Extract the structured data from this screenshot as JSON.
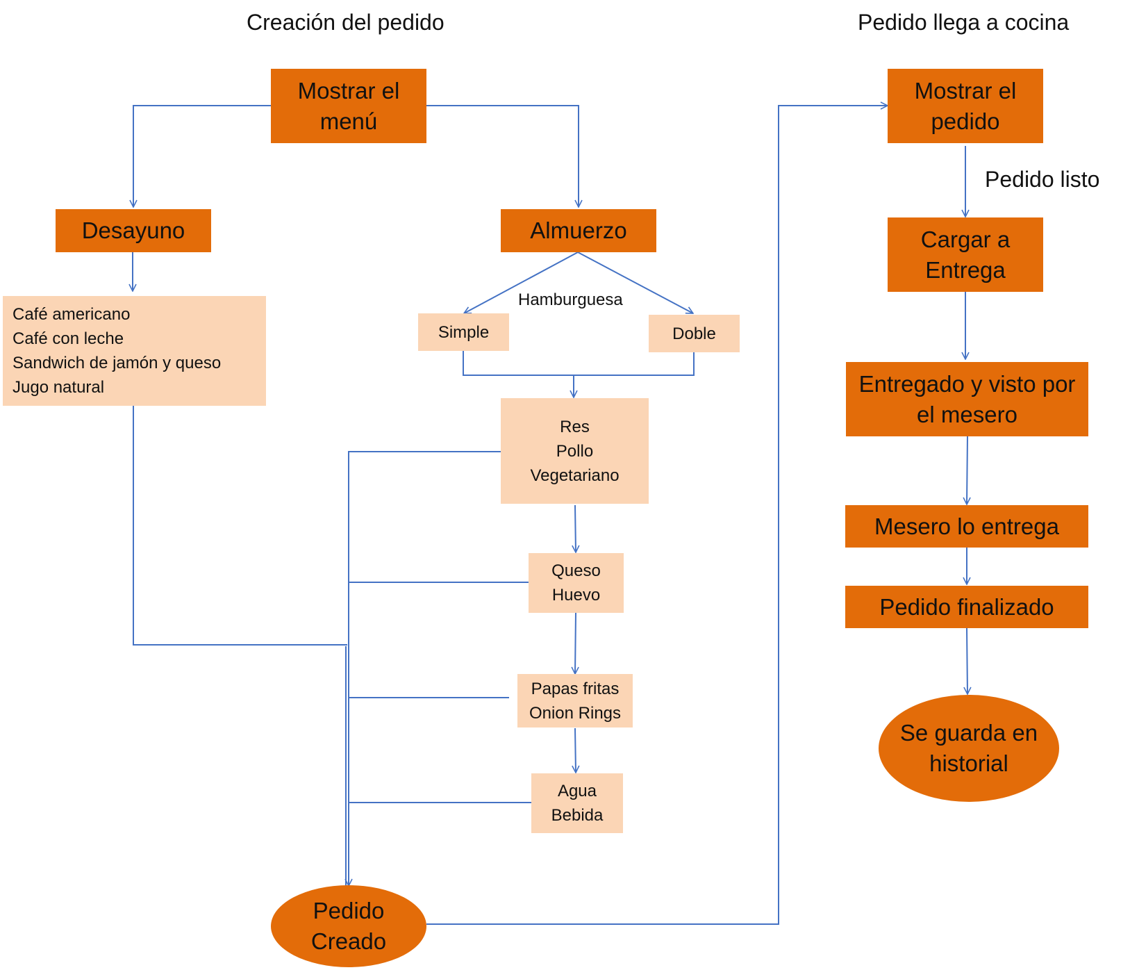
{
  "titles": {
    "left": "Creación del pedido",
    "right": "Pedido llega a cocina"
  },
  "labels": {
    "hamburguesa": "Hamburguesa",
    "pedido_listo": "Pedido listo"
  },
  "nodes": {
    "mostrar_menu": [
      "Mostrar el",
      "menú"
    ],
    "desayuno": [
      "Desayuno"
    ],
    "almuerzo": [
      "Almuerzo"
    ],
    "desayuno_items": [
      "Café americano",
      "Café con leche",
      "Sandwich de jamón y queso",
      "Jugo natural"
    ],
    "simple": [
      "Simple"
    ],
    "doble": [
      "Doble"
    ],
    "carnes": [
      "Res",
      "Pollo",
      "Vegetariano"
    ],
    "extras": [
      "Queso",
      "Huevo"
    ],
    "acompanantes": [
      "Papas fritas",
      "Onion Rings"
    ],
    "bebidas": [
      "Agua",
      "Bebida"
    ],
    "pedido_creado": [
      "Pedido",
      "Creado"
    ],
    "mostrar_pedido": [
      "Mostrar el",
      "pedido"
    ],
    "cargar_entrega": [
      "Cargar a",
      "Entrega"
    ],
    "entregado_visto": [
      "Entregado y visto por",
      "el mesero"
    ],
    "mesero_entrega": [
      "Mesero lo entrega"
    ],
    "pedido_finalizado": [
      "Pedido finalizado"
    ],
    "guarda_historial": [
      "Se guarda en",
      "historial"
    ]
  },
  "colors": {
    "dark_node": "#E36C09",
    "light_node": "#FBD5B5",
    "connector": "#4472C4"
  }
}
